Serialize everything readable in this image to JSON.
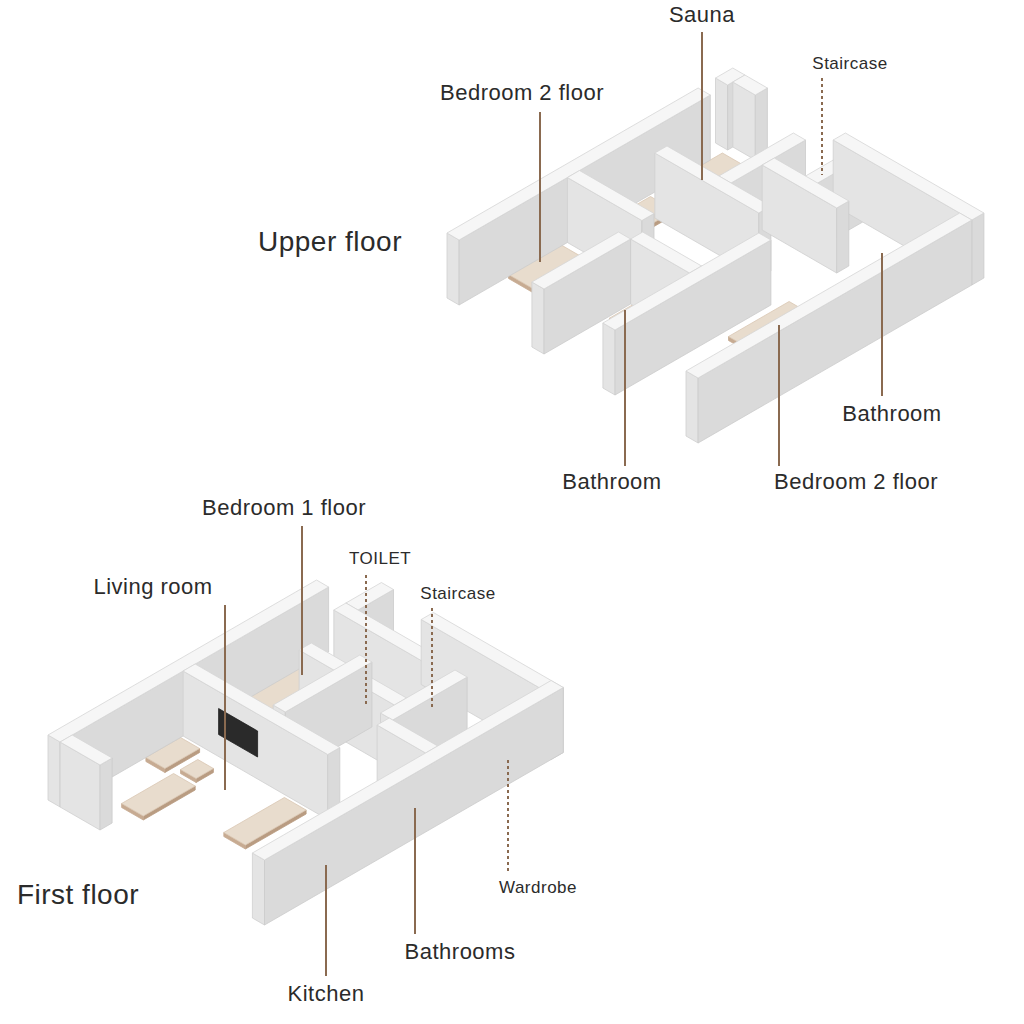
{
  "diagram": {
    "labels": [
      "Sauna",
      "Staircase",
      "Bedroom 2 floor",
      "Upper floor",
      "Bathroom",
      "Bedroom 2 floor",
      "Bathroom",
      "Bedroom 1 floor",
      "TOILET",
      "Staircase",
      "Living room",
      "Wardrobe",
      "First floor",
      "Bathrooms",
      "Kitchen"
    ]
  }
}
